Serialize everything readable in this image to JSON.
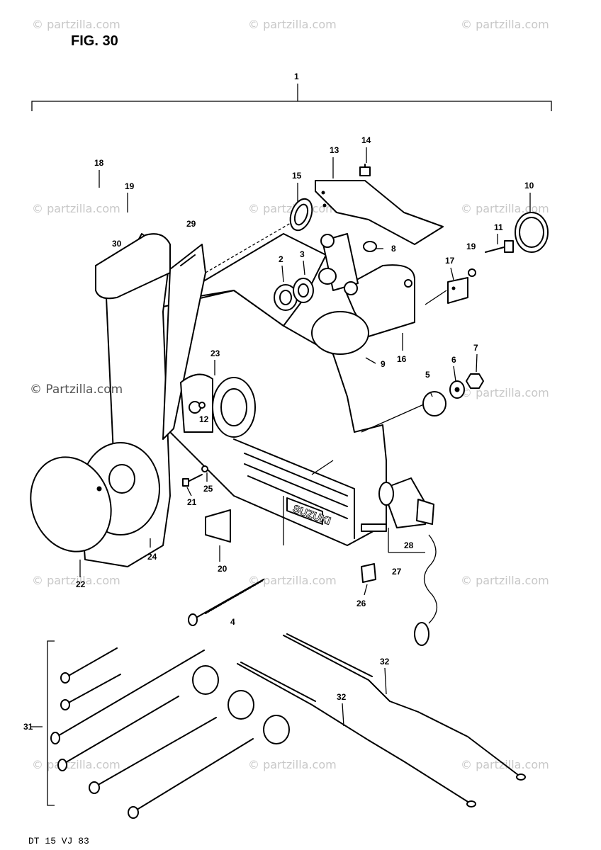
{
  "title": "FIG. 30",
  "footer": "DT 15 VJ 83",
  "watermark": "© Partzilla.com",
  "watermark_lower": "© partzilla.com",
  "brand_label": "SUZUKI",
  "callouts": {
    "c1": "1",
    "c2": "2",
    "c3": "3",
    "c4": "4",
    "c5": "5",
    "c6": "6",
    "c7": "7",
    "c8": "8",
    "c9": "9",
    "c10": "10",
    "c11": "11",
    "c12": "12",
    "c13": "13",
    "c14": "14",
    "c15": "15",
    "c16": "16",
    "c17": "17",
    "c18": "18",
    "c19a": "19",
    "c19b": "19",
    "c20": "20",
    "c21": "21",
    "c22": "22",
    "c23": "23",
    "c24": "24",
    "c25": "25",
    "c26": "26",
    "c27": "27",
    "c28": "28",
    "c29": "29",
    "c30": "30",
    "c31": "31",
    "c32a": "32",
    "c32b": "32"
  }
}
